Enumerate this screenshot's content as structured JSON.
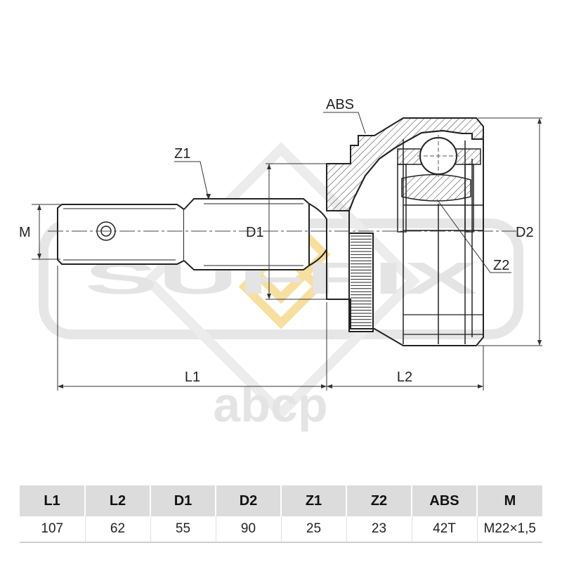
{
  "diagram": {
    "labels": {
      "abs": "ABS",
      "z1": "Z1",
      "z2": "Z2",
      "m": "M",
      "d1": "D1",
      "d2": "D2",
      "l1": "L1",
      "l2": "L2"
    },
    "watermark": {
      "brand": "SUFFIX",
      "site": "abcp"
    }
  },
  "spec_table": {
    "headers": [
      "L1",
      "L2",
      "D1",
      "D2",
      "Z1",
      "Z2",
      "ABS",
      "M"
    ],
    "values": [
      "107",
      "62",
      "55",
      "90",
      "25",
      "23",
      "42T",
      "M22×1,5"
    ]
  }
}
